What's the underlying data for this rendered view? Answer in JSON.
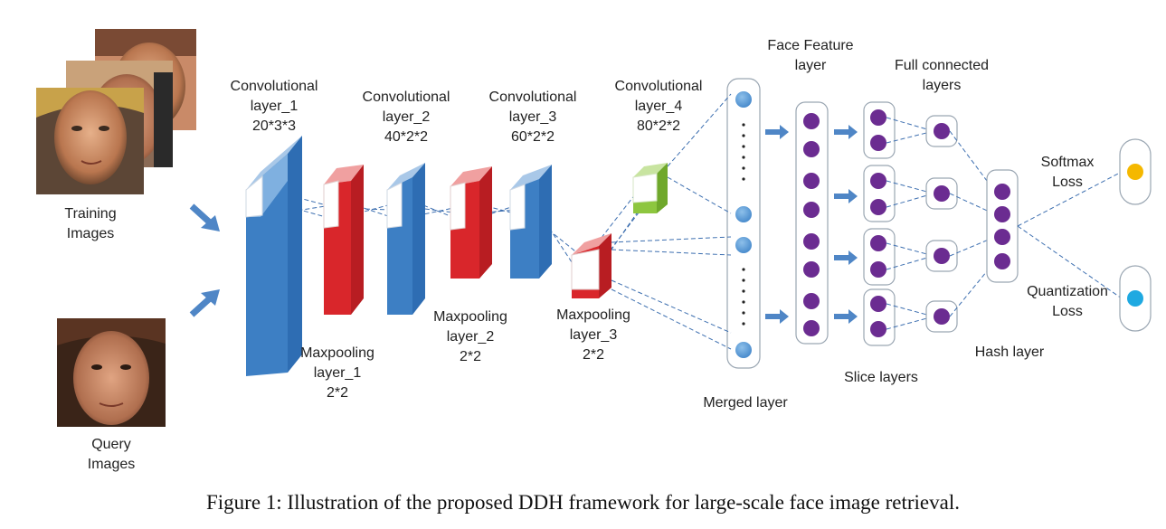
{
  "labels": {
    "training": [
      "Training",
      "Images"
    ],
    "query": [
      "Query",
      "Images"
    ],
    "conv1": [
      "Convolutional",
      "layer_1",
      "20*3*3"
    ],
    "conv2": [
      "Convolutional",
      "layer_2",
      "40*2*2"
    ],
    "conv3": [
      "Convolutional",
      "layer_3",
      "60*2*2"
    ],
    "conv4": [
      "Convolutional",
      "layer_4",
      "80*2*2"
    ],
    "pool1": [
      "Maxpooling",
      "layer_1",
      "2*2"
    ],
    "pool2": [
      "Maxpooling",
      "layer_2",
      "2*2"
    ],
    "pool3": [
      "Maxpooling",
      "layer_3",
      "2*2"
    ],
    "face_feature": [
      "Face Feature",
      "layer"
    ],
    "full_connected": [
      "Full connected",
      "layers"
    ],
    "softmax": [
      "Softmax",
      "Loss"
    ],
    "quantization": [
      "Quantization",
      "Loss"
    ],
    "merged": "Merged layer",
    "slice": "Slice layers",
    "hash": "Hash layer"
  },
  "caption": "Figure 1: Illustration of the proposed DDH framework for large-scale face image retrieval.",
  "colors": {
    "conv_blue": "#3d7fc4",
    "pool_red": "#d9262b",
    "conv4_green": "#8dc63f",
    "node_purple": "#6b2c91",
    "node_blue": "#5b9bd5",
    "softmax_yellow": "#f5b800",
    "quantization_cyan": "#1fa9e1",
    "arrow_blue": "#4f86c6",
    "dash": "#3d6fb0"
  }
}
